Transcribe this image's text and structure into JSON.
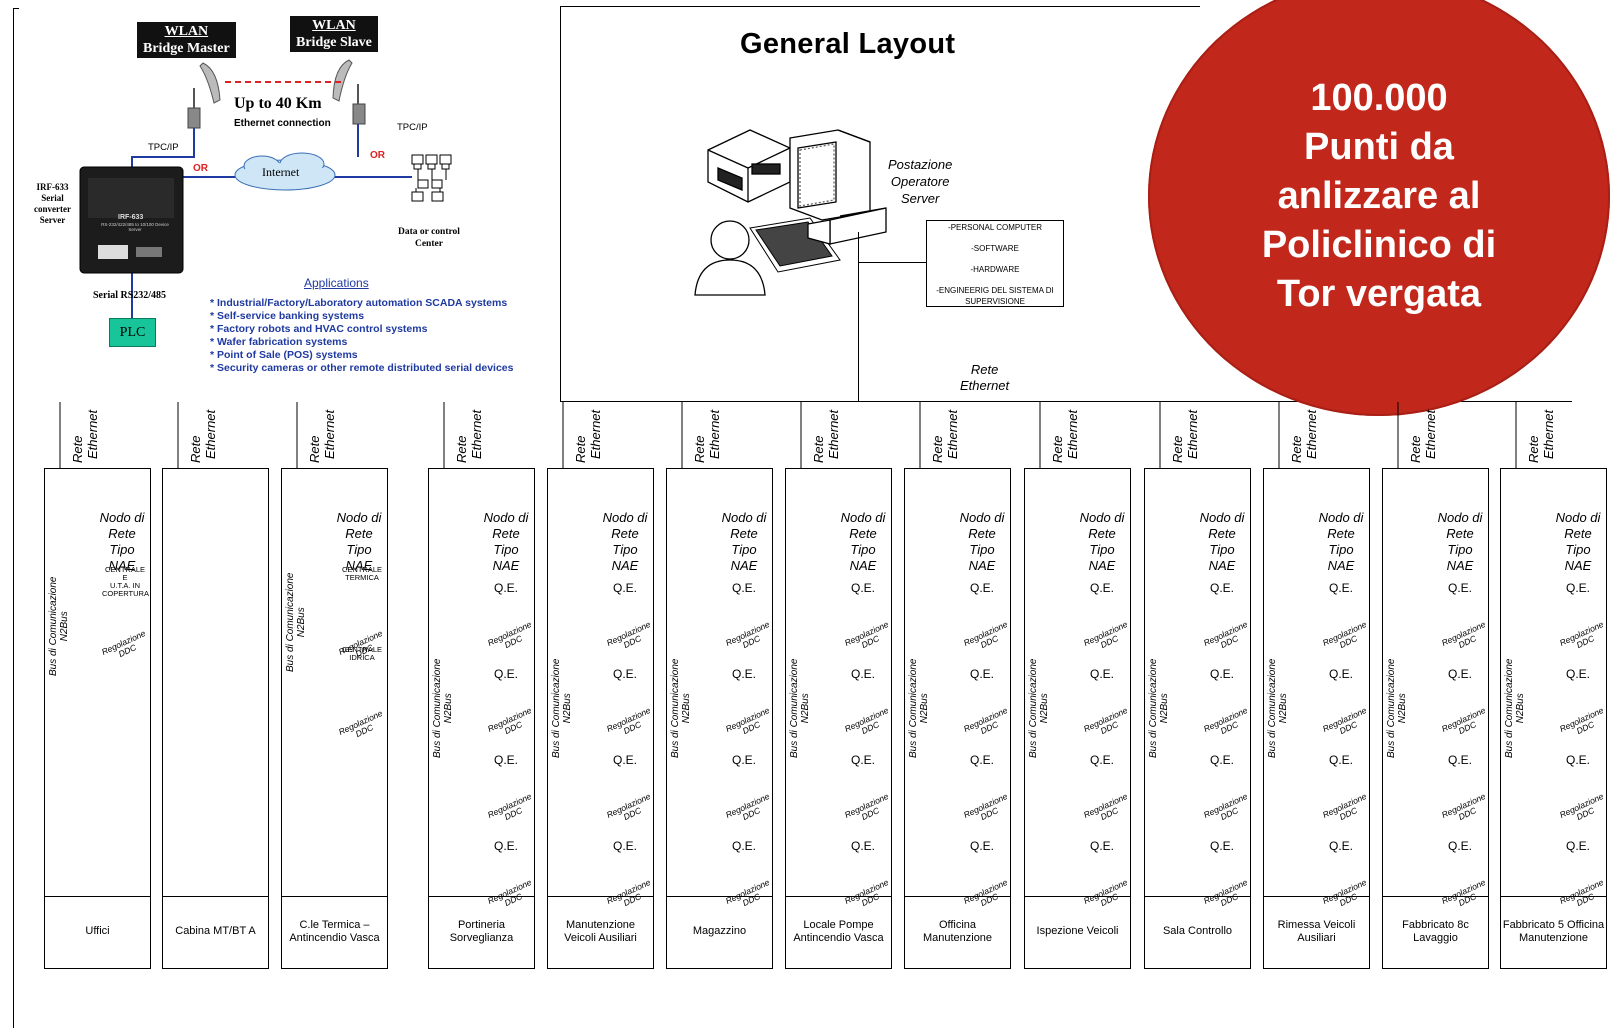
{
  "left_panel": {
    "wlan_master": [
      "WLAN",
      "Bridge Master"
    ],
    "wlan_slave": [
      "WLAN",
      "Bridge Slave"
    ],
    "range_text": "Up to 40 Km",
    "ethernet_connection": "Ethernet connection",
    "tpcip_left": "TPC/IP",
    "tpcip_right": "TPC/IP",
    "or_left": "OR",
    "or_right": "OR",
    "internet": "Internet",
    "irf_label": [
      "IRF-633",
      "Serial",
      "converter",
      "Server"
    ],
    "device_model": "IRF-633",
    "device_sub": "RS-232/422/485 to 10/100 Device Server",
    "data_center": [
      "Data or control",
      "Center"
    ],
    "serial": "Serial RS232/485",
    "plc": "PLC",
    "applications_title": "Applications",
    "applications": [
      "Industrial/Factory/Laboratory automation SCADA systems",
      "Self-service banking systems",
      "Factory robots and HVAC control systems",
      "Wafer fabrication systems",
      "Point of Sale (POS) systems",
      "Security cameras or other remote distributed serial devices"
    ]
  },
  "general_layout": {
    "title": "General Layout",
    "postazione": [
      "Postazione",
      "Operatore",
      "Server"
    ],
    "components": [
      "-PERSONAL COMPUTER",
      "-SOFTWARE",
      "-HARDWARE",
      "-ENGINEERIG DEL SISTEMA DI SUPERVISIONE"
    ],
    "rete": [
      "Rete",
      "Ethernet"
    ]
  },
  "badge": {
    "lines": [
      "100.000",
      "Punti da",
      "anlizzare al",
      "Policlinico di",
      "Tor vergata"
    ],
    "color": "#c1271b"
  },
  "network": {
    "rete_label": "Rete Ethernet",
    "node_label": [
      "Nodo di",
      "Rete Tipo",
      "NAE"
    ],
    "bus_label": [
      "Bus di Comunicazione",
      "N2Bus"
    ],
    "oe_label": "Q.E.",
    "reg_label": [
      "Regolazione",
      "DDC"
    ],
    "uffici_caption": [
      "CENTRALE E",
      "U.T.A. IN",
      "COPERTURA"
    ],
    "termica_captions": [
      [
        "CENTRALE",
        "TERMICA"
      ],
      [
        "CENTRALE",
        "IDRICA"
      ]
    ],
    "buildings": [
      {
        "name": "Uffici"
      },
      {
        "name": "Cabina MT/BT A"
      },
      {
        "name": "C.le Termica – Antincendio Vasca"
      },
      {
        "name": "Portineria Sorveglianza"
      },
      {
        "name": "Manutenzione Veicoli Ausiliari"
      },
      {
        "name": "Magazzino"
      },
      {
        "name": "Locale Pompe Antincendio Vasca"
      },
      {
        "name": "Officina Manutenzione"
      },
      {
        "name": "Ispezione Veicoli"
      },
      {
        "name": "Sala Controllo"
      },
      {
        "name": "Rimessa Veicoli Ausiliari"
      },
      {
        "name": "Fabbricato 8c Lavaggio"
      },
      {
        "name": "Fabbricato 5 Officina Manutenzione"
      }
    ]
  }
}
